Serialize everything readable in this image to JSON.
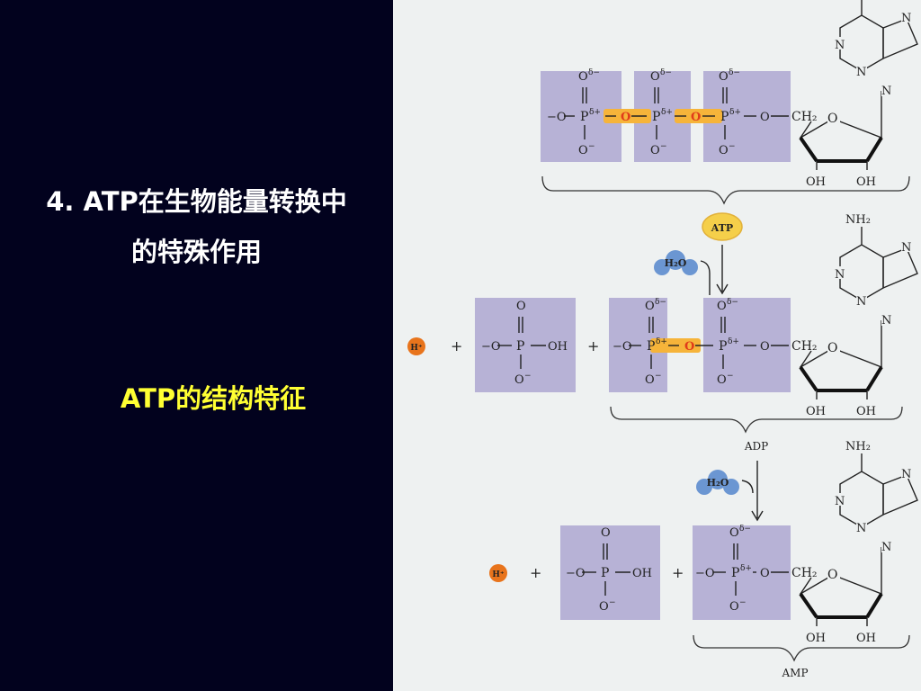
{
  "slide": {
    "title_line1": "4. ATP在生物能量转换中",
    "title_line2": "的特殊作用",
    "subtitle": "ATP的结构特征"
  },
  "labels": {
    "atp": "ATP",
    "adp": "ADP",
    "amp": "AMP",
    "water": "H₂O",
    "proton": "H⁺",
    "plus": "+"
  },
  "chem": {
    "o_delta_minus": "Oδ−",
    "o_delta": "Oδ−",
    "p_delta_plus": "Pδ+",
    "o_minus": "O−",
    "neg_o": "−O",
    "bridge_o": "O",
    "o": "O",
    "p": "P",
    "oh": "OH",
    "ch2": "CH₂",
    "nh2": "NH₂",
    "n": "N"
  },
  "colors": {
    "background_left": "#02021e",
    "background_diagram": "#eef1f1",
    "title": "#ffffff",
    "subtitle": "#ffff33",
    "phosphate_box": "#b7b2d6",
    "bond_highlight": "#f6b43a",
    "bridge_oxygen": "#e03b1a",
    "atp_badge": "#f5cf4a",
    "proton_badge": "#e8741c",
    "water_icon": "#6b96d2"
  }
}
